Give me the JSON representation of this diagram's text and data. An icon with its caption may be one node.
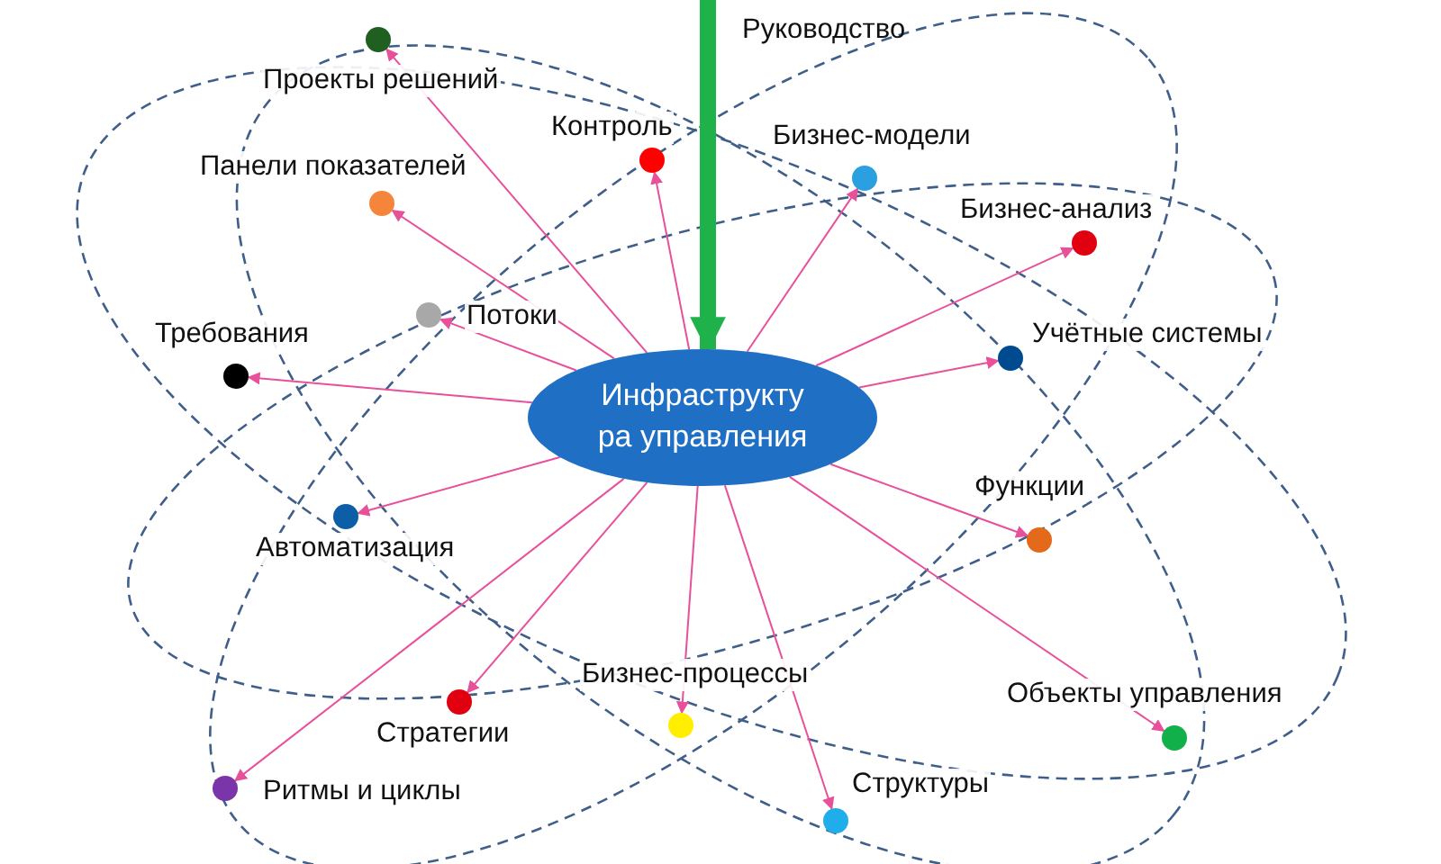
{
  "diagram": {
    "nodes": [
      {
        "text": [
          "Инфраструкту ра управления"
        ]
      },
      {
        "text": [],
        "shape": "circle",
        "beside": [
          "Проекты решений"
        ]
      },
      {
        "text": [],
        "shape": "circle",
        "beside": [
          "Панели показателей"
        ]
      },
      {
        "text": [],
        "shape": "circle",
        "beside": [
          "Контроль"
        ]
      },
      {
        "text": [],
        "shape": "circle",
        "beside": [
          "Бизнес-модели"
        ]
      },
      {
        "text": [],
        "shape": "circle",
        "beside": [
          "Бизнес-анализ"
        ]
      },
      {
        "text": [],
        "shape": "circle",
        "beside": [
          "Потоки"
        ]
      },
      {
        "text": [],
        "shape": "circle",
        "beside": [
          "Требования"
        ]
      },
      {
        "text": [],
        "shape": "circle",
        "beside": [
          "Учётные системы"
        ]
      },
      {
        "text": [],
        "shape": "circle",
        "beside": [
          "Автоматизация"
        ]
      },
      {
        "text": [],
        "shape": "circle",
        "beside": [
          "Функции"
        ]
      },
      {
        "text": [],
        "shape": "circle",
        "beside": [
          "Стратегии"
        ]
      },
      {
        "text": [],
        "shape": "circle",
        "beside": [
          "Бизнес-процессы"
        ]
      },
      {
        "text": [],
        "shape": "circle",
        "beside": [
          "Объекты управления"
        ]
      },
      {
        "text": [],
        "shape": "circle",
        "beside": [
          "Ритмы и циклы"
        ]
      },
      {
        "text": [],
        "shape": "circle",
        "beside": [
          "Структуры"
        ]
      }
    ],
    "edges": [
      {
        "from": null,
        "to": 0,
        "arrow": "to",
        "style": "thick",
        "color": "#1fb24a"
      },
      {
        "from": 0,
        "to": 1,
        "arrow": "to"
      },
      {
        "from": 0,
        "to": 2,
        "arrow": "to"
      },
      {
        "from": 0,
        "to": 3,
        "arrow": "to"
      },
      {
        "from": 0,
        "to": 4,
        "arrow": "to"
      },
      {
        "from": 0,
        "to": 5,
        "arrow": "to"
      },
      {
        "from": 0,
        "to": 6,
        "arrow": "to"
      },
      {
        "from": 0,
        "to": 7,
        "arrow": "to"
      },
      {
        "from": 0,
        "to": 8,
        "arrow": "to"
      },
      {
        "from": 0,
        "to": 9,
        "arrow": "to"
      },
      {
        "from": 0,
        "to": 10,
        "arrow": "to"
      },
      {
        "from": 0,
        "to": 11,
        "arrow": "to"
      },
      {
        "from": 0,
        "to": 12,
        "arrow": "to"
      },
      {
        "from": 0,
        "to": 13,
        "arrow": "to"
      },
      {
        "from": 0,
        "to": 14,
        "arrow": "to"
      },
      {
        "from": 0,
        "to": 15,
        "arrow": "to"
      }
    ],
    "labels": [
      "Руководство"
    ]
  }
}
